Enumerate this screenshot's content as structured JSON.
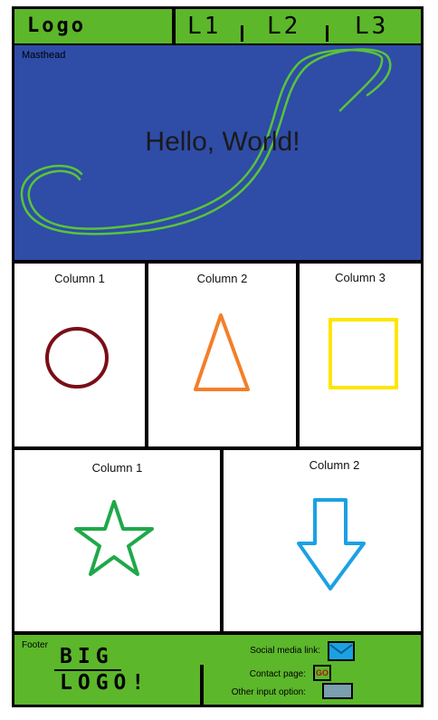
{
  "header": {
    "logo": "Logo",
    "nav": [
      "L1",
      "L2",
      "L3"
    ]
  },
  "masthead": {
    "label": "Masthead",
    "heading": "Hello, World!"
  },
  "row1": {
    "columns": [
      {
        "title": "Column 1",
        "shape": "circle-icon",
        "color": "#7a0d17"
      },
      {
        "title": "Column 2",
        "shape": "triangle-icon",
        "color": "#f37f2a"
      },
      {
        "title": "Column 3",
        "shape": "square-icon",
        "color": "#fde600"
      }
    ]
  },
  "row2": {
    "columns": [
      {
        "title": "Column 1",
        "shape": "star-icon",
        "color": "#1fa84a"
      },
      {
        "title": "Column 2",
        "shape": "down-arrow-icon",
        "color": "#1ba1e3"
      }
    ]
  },
  "footer": {
    "label": "Footer",
    "big_logo_line1": "BIG",
    "big_logo_line2": "LOGO!",
    "social_label": "Social media link:",
    "contact_label": "Contact page:",
    "contact_icon_text": "GO",
    "other_label": "Other input option:"
  },
  "colors": {
    "green": "#5cb72b",
    "masthead_blue": "#2f4ca7",
    "frame": "#000000"
  }
}
